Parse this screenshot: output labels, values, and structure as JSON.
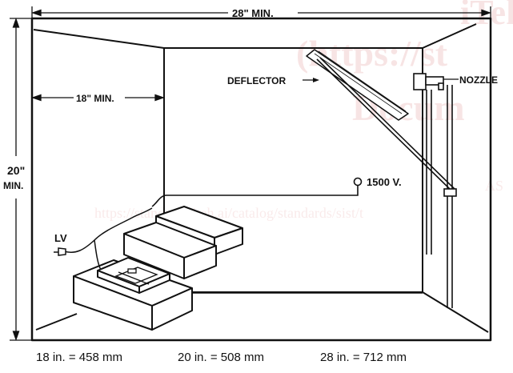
{
  "labels": {
    "width_min": "28\" MIN.",
    "depth_min": "18\" MIN.",
    "height_min_line1": "20\"",
    "height_min_line2": "MIN.",
    "deflector": "DEFLECTOR",
    "nozzle": "NOZZLE",
    "voltage": "1500 V.",
    "lv": "LV"
  },
  "conversions": [
    "18 in. = 458 mm",
    "20 in. = 508 mm",
    "28 in. = 712 mm"
  ],
  "watermark": {
    "line1": "iTeh",
    "line2": "(https://st",
    "line3": "Docum",
    "side": "AS",
    "url": "https://standards.iteh.ai/catalog/standards/sist/t"
  },
  "colors": {
    "ink": "#111111",
    "watermark": "#c93838"
  }
}
